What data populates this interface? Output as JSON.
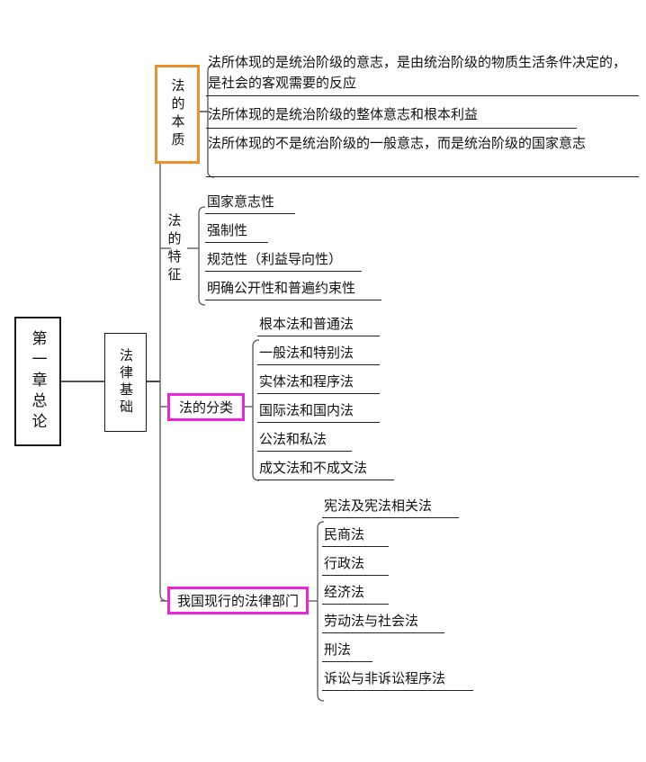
{
  "title": "法律基础 思维导图",
  "colors": {
    "line": "#555555",
    "box_border": "#1a1a1a",
    "highlight_orange": "#E8912D",
    "highlight_magenta": "#EE22DD",
    "text": "#111111",
    "background": "#ffffff"
  },
  "root": {
    "label": "第一章总论"
  },
  "level1": {
    "label": "法律基础"
  },
  "branches": [
    {
      "label": "法的本质",
      "highlight": "orange",
      "orientation": "vertical",
      "children": [
        "法所体现的是统治阶级的意志，是由统治阶级的物质生活条件决定的，是社会的客观需要的反应",
        "法所体现的是统治阶级的整体意志和根本利益",
        "法所体现的不是统治阶级的一般意志，而是统治阶级的国家意志"
      ]
    },
    {
      "label": "法的特征",
      "highlight": "none",
      "orientation": "vertical",
      "children": [
        "国家意志性",
        "强制性",
        "规范性（利益导向性）",
        "明确公开性和普遍约束性"
      ]
    },
    {
      "label": "法的分类",
      "highlight": "magenta",
      "orientation": "horizontal",
      "children": [
        "根本法和普通法",
        "一般法和特别法",
        "实体法和程序法",
        "国际法和国内法",
        "公法和私法",
        "成文法和不成文法"
      ]
    },
    {
      "label": "我国现行的法律部门",
      "highlight": "magenta",
      "orientation": "horizontal",
      "children": [
        "宪法及宪法相关法",
        "民商法",
        "行政法",
        "经济法",
        "劳动法与社会法",
        "刑法",
        "诉讼与非诉讼程序法"
      ]
    }
  ]
}
